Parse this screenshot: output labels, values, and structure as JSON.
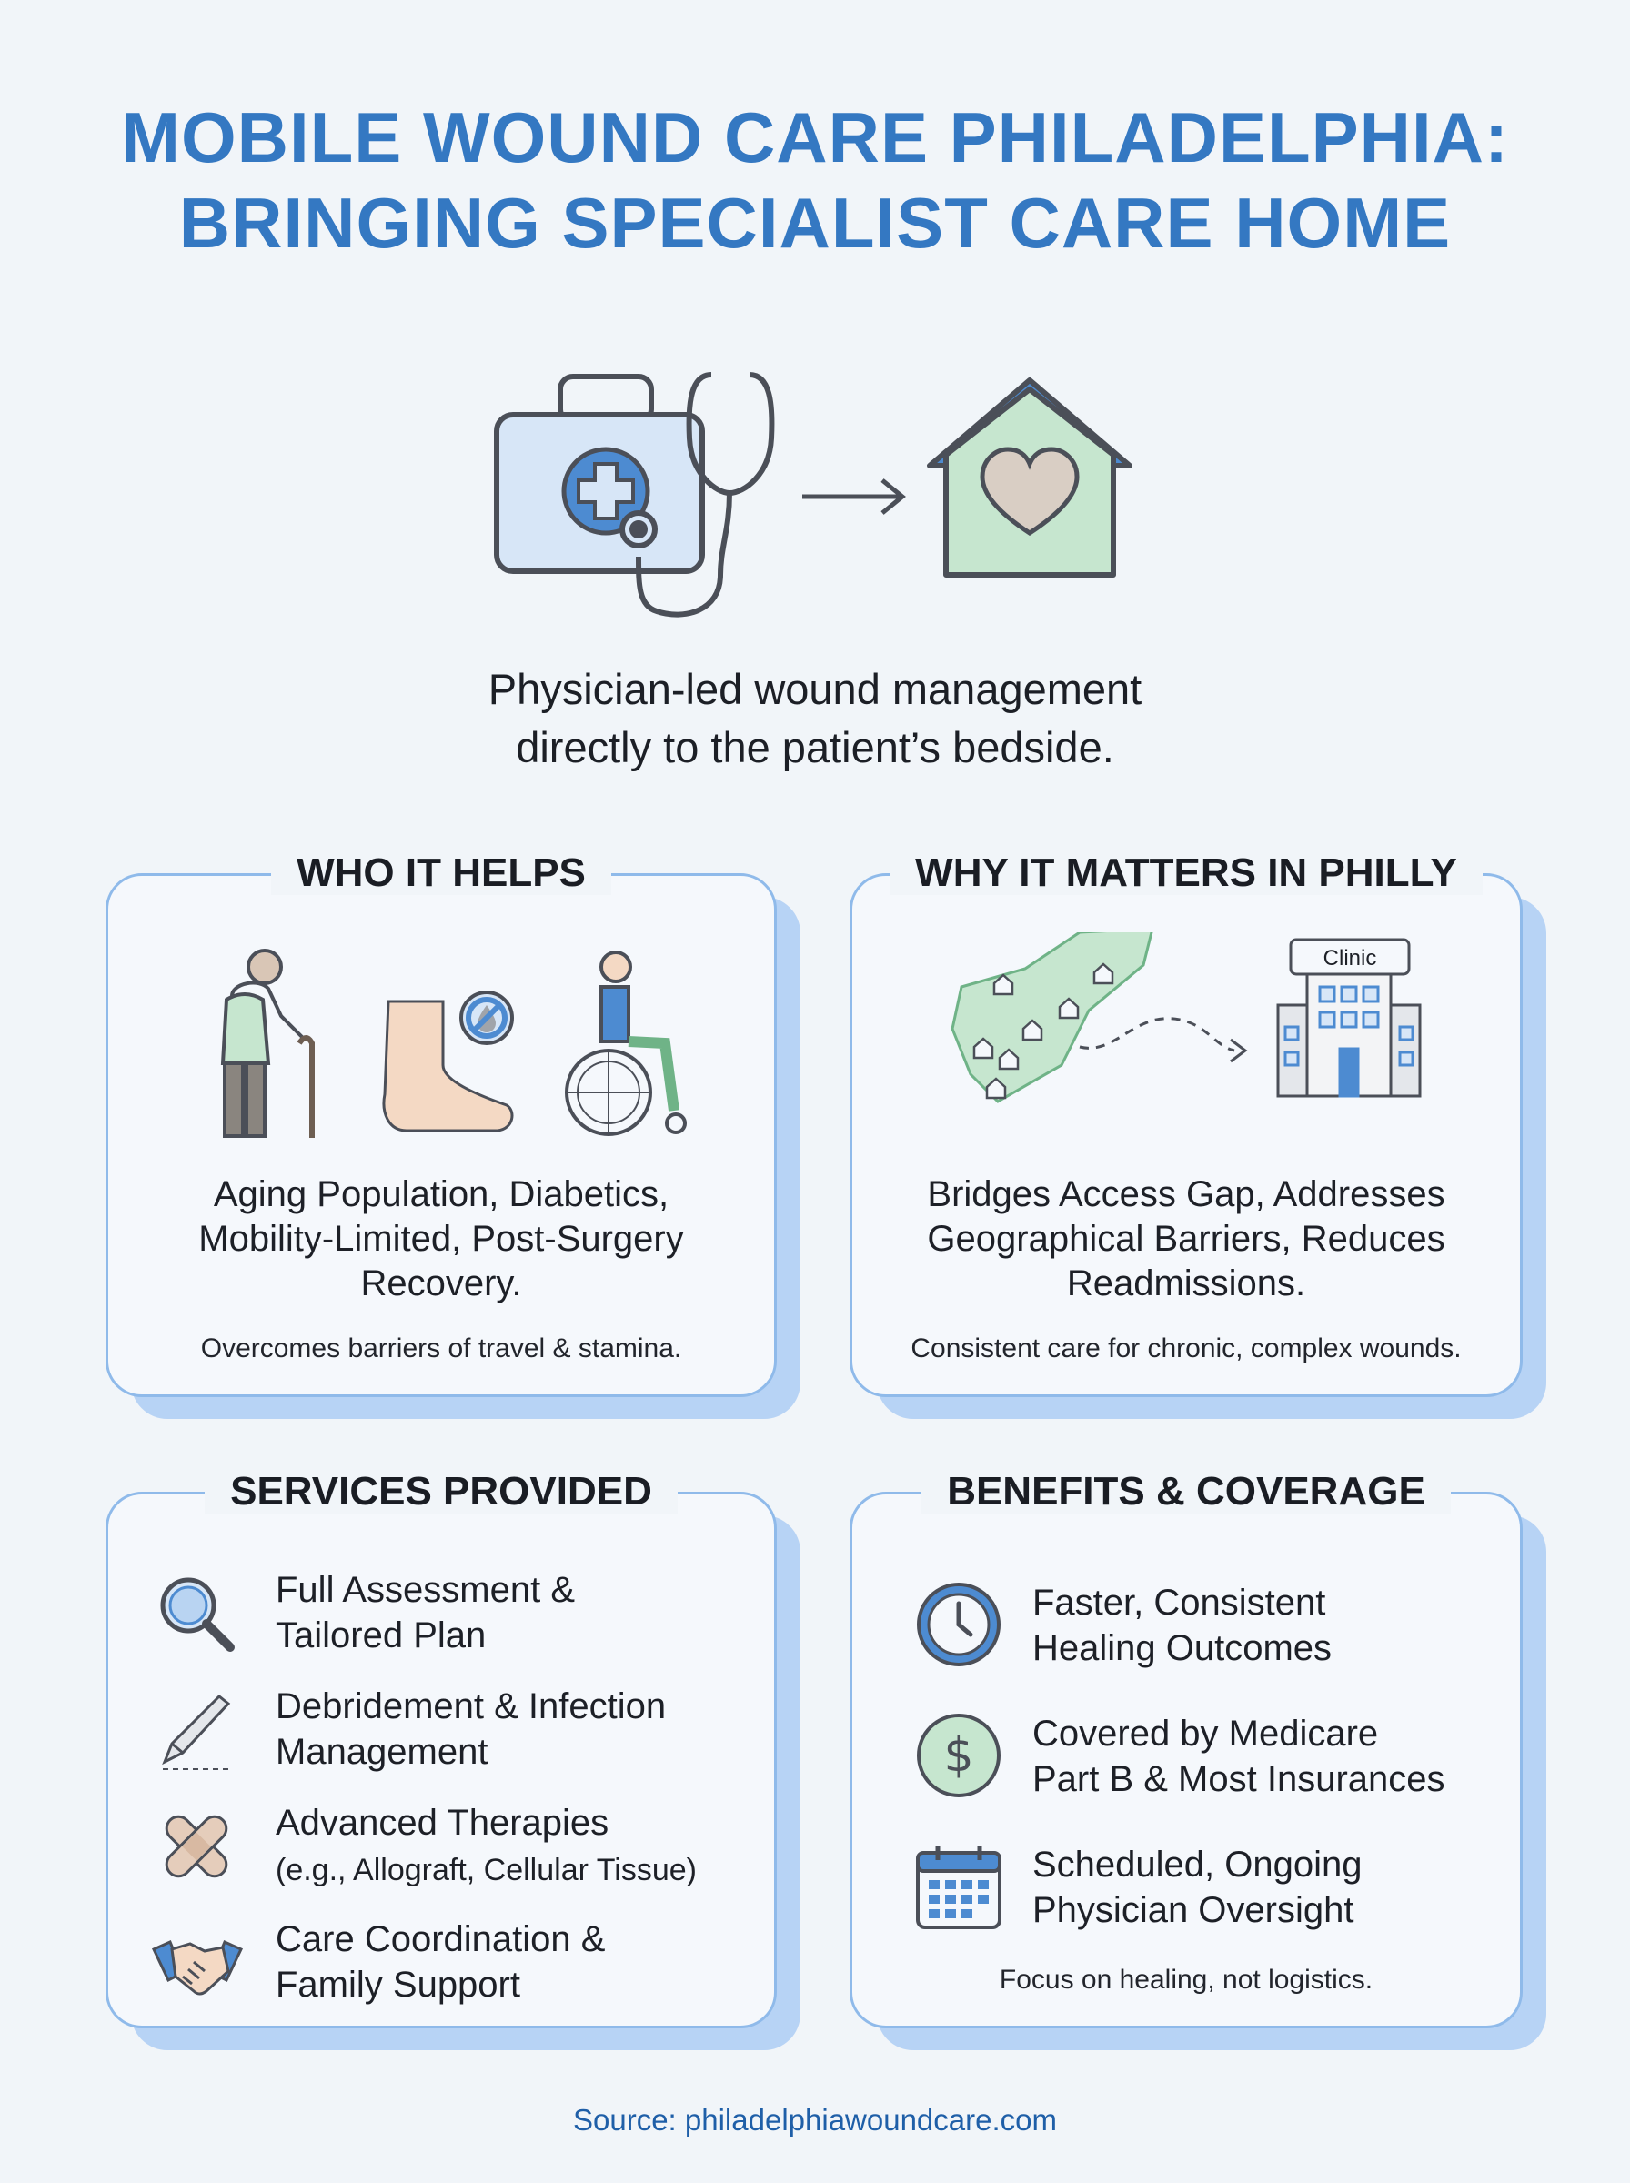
{
  "header": {
    "title_line1": "MOBILE WOUND CARE PHILADELPHIA:",
    "title_line2": "BRINGING SPECIALIST CARE HOME"
  },
  "hero": {
    "tagline_line1": "Physician-led wound management",
    "tagline_line2": "directly to the patient’s bedside."
  },
  "who_it_helps": {
    "title": "WHO IT HELPS",
    "main_line1": "Aging Population, Diabetics,",
    "main_line2": "Mobility-Limited, Post-Surgery",
    "main_line3": "Recovery.",
    "sub": "Overcomes barriers of travel & stamina."
  },
  "why_it_matters": {
    "title": "WHY IT MATTERS IN PHILLY",
    "clinic_label": "Clinic",
    "main_line1": "Bridges Access Gap, Addresses",
    "main_line2": "Geographical Barriers, Reduces",
    "main_line3": "Readmissions.",
    "sub": "Consistent care for chronic, complex wounds."
  },
  "services": {
    "title": "SERVICES PROVIDED",
    "items": [
      {
        "icon": "magnifier-icon",
        "line1": "Full Assessment &",
        "line2": "Tailored Plan"
      },
      {
        "icon": "scalpel-icon",
        "line1": "Debridement & Infection",
        "line2": "Management"
      },
      {
        "icon": "bandage-icon",
        "line1": "Advanced Therapies",
        "line2": "(e.g., Allograft, Cellular Tissue)"
      },
      {
        "icon": "handshake-icon",
        "line1": "Care Coordination &",
        "line2": "Family Support"
      }
    ]
  },
  "benefits": {
    "title": "BENEFITS & COVERAGE",
    "items": [
      {
        "icon": "clock-icon",
        "line1": "Faster, Consistent",
        "line2": "Healing Outcomes"
      },
      {
        "icon": "dollar-icon",
        "line1": "Covered by Medicare",
        "line2": "Part B & Most Insurances"
      },
      {
        "icon": "calendar-icon",
        "line1": "Scheduled, Ongoing",
        "line2": "Physician Oversight"
      }
    ],
    "sub": "Focus on healing, not logistics."
  },
  "footer": {
    "source": "Source: philadelphiawoundcare.com"
  },
  "colors": {
    "title_blue": "#3478c2",
    "card_border": "#8fbaea",
    "card_shadow": "#b7d3f5",
    "icon_green": "#bfe3c8",
    "icon_blue": "#d7e6f7"
  }
}
